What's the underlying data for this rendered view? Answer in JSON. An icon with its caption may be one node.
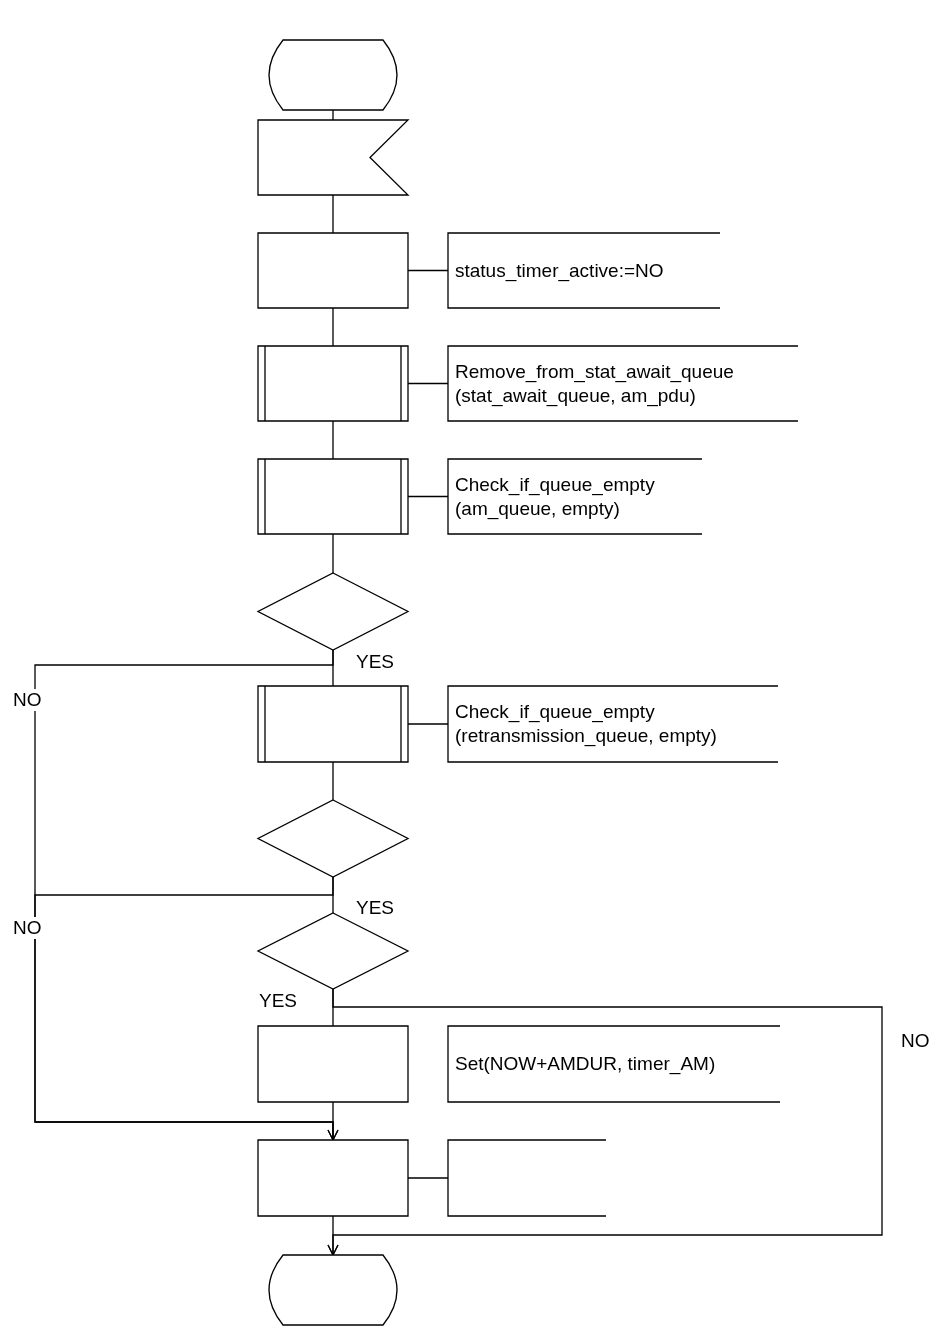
{
  "diagram": {
    "nodes": [
      {
        "text": [],
        "shape": "terminal"
      },
      {
        "text": [],
        "shape": "flag"
      },
      {
        "text": [],
        "shape": "box"
      },
      {
        "text": [
          "status_timer_active:=NO"
        ]
      },
      {
        "text": [],
        "shape": "procedure"
      },
      {
        "text": [
          "Remove_from_stat_await_queue (stat_await_queue, am_pdu)"
        ]
      },
      {
        "text": [],
        "shape": "procedure"
      },
      {
        "text": [
          "Check_if_queue_empty (am_queue, empty)"
        ]
      },
      {
        "text": [],
        "shape": "diamond"
      },
      {
        "text": [],
        "shape": "procedure"
      },
      {
        "text": [
          "Check_if_queue_empty (retransmission_queue, empty)"
        ]
      },
      {
        "text": [],
        "shape": "diamond"
      },
      {
        "text": [],
        "shape": "diamond"
      },
      {
        "text": [],
        "shape": "box"
      },
      {
        "text": [
          "Set(NOW+AMDUR, timer_AM)"
        ]
      },
      {
        "text": [],
        "shape": "box"
      },
      {
        "text": [],
        "shape": "bracket"
      },
      {
        "text": [],
        "shape": "terminal"
      }
    ],
    "edges": [
      {
        "from": 0,
        "to": 1,
        "arrow": "none"
      },
      {
        "from": 1,
        "to": 2,
        "arrow": "none"
      },
      {
        "from": 2,
        "to": 3,
        "arrow": "none"
      },
      {
        "from": 2,
        "to": 4,
        "arrow": "none"
      },
      {
        "from": 4,
        "to": 5,
        "arrow": "none"
      },
      {
        "from": 4,
        "to": 6,
        "arrow": "none"
      },
      {
        "from": 6,
        "to": 7,
        "arrow": "none"
      },
      {
        "from": 6,
        "to": 8,
        "arrow": "none"
      },
      {
        "from": 8,
        "to": 9,
        "arrow": "none",
        "label": "YES"
      },
      {
        "from": 8,
        "to": 15,
        "arrow": "to",
        "label": "NO"
      },
      {
        "from": 9,
        "to": 10,
        "arrow": "none"
      },
      {
        "from": 9,
        "to": 11,
        "arrow": "none"
      },
      {
        "from": 11,
        "to": 12,
        "arrow": "none",
        "label": "YES"
      },
      {
        "from": 11,
        "to": 15,
        "arrow": "to",
        "label": "NO"
      },
      {
        "from": 12,
        "to": 13,
        "arrow": "none",
        "label": "YES"
      },
      {
        "from": 12,
        "to": 17,
        "arrow": "to",
        "label": "NO"
      },
      {
        "from": 13,
        "to": 15,
        "arrow": "none"
      },
      {
        "from": 15,
        "to": 16,
        "arrow": "none"
      },
      {
        "from": 15,
        "to": 17,
        "arrow": "to"
      }
    ]
  }
}
